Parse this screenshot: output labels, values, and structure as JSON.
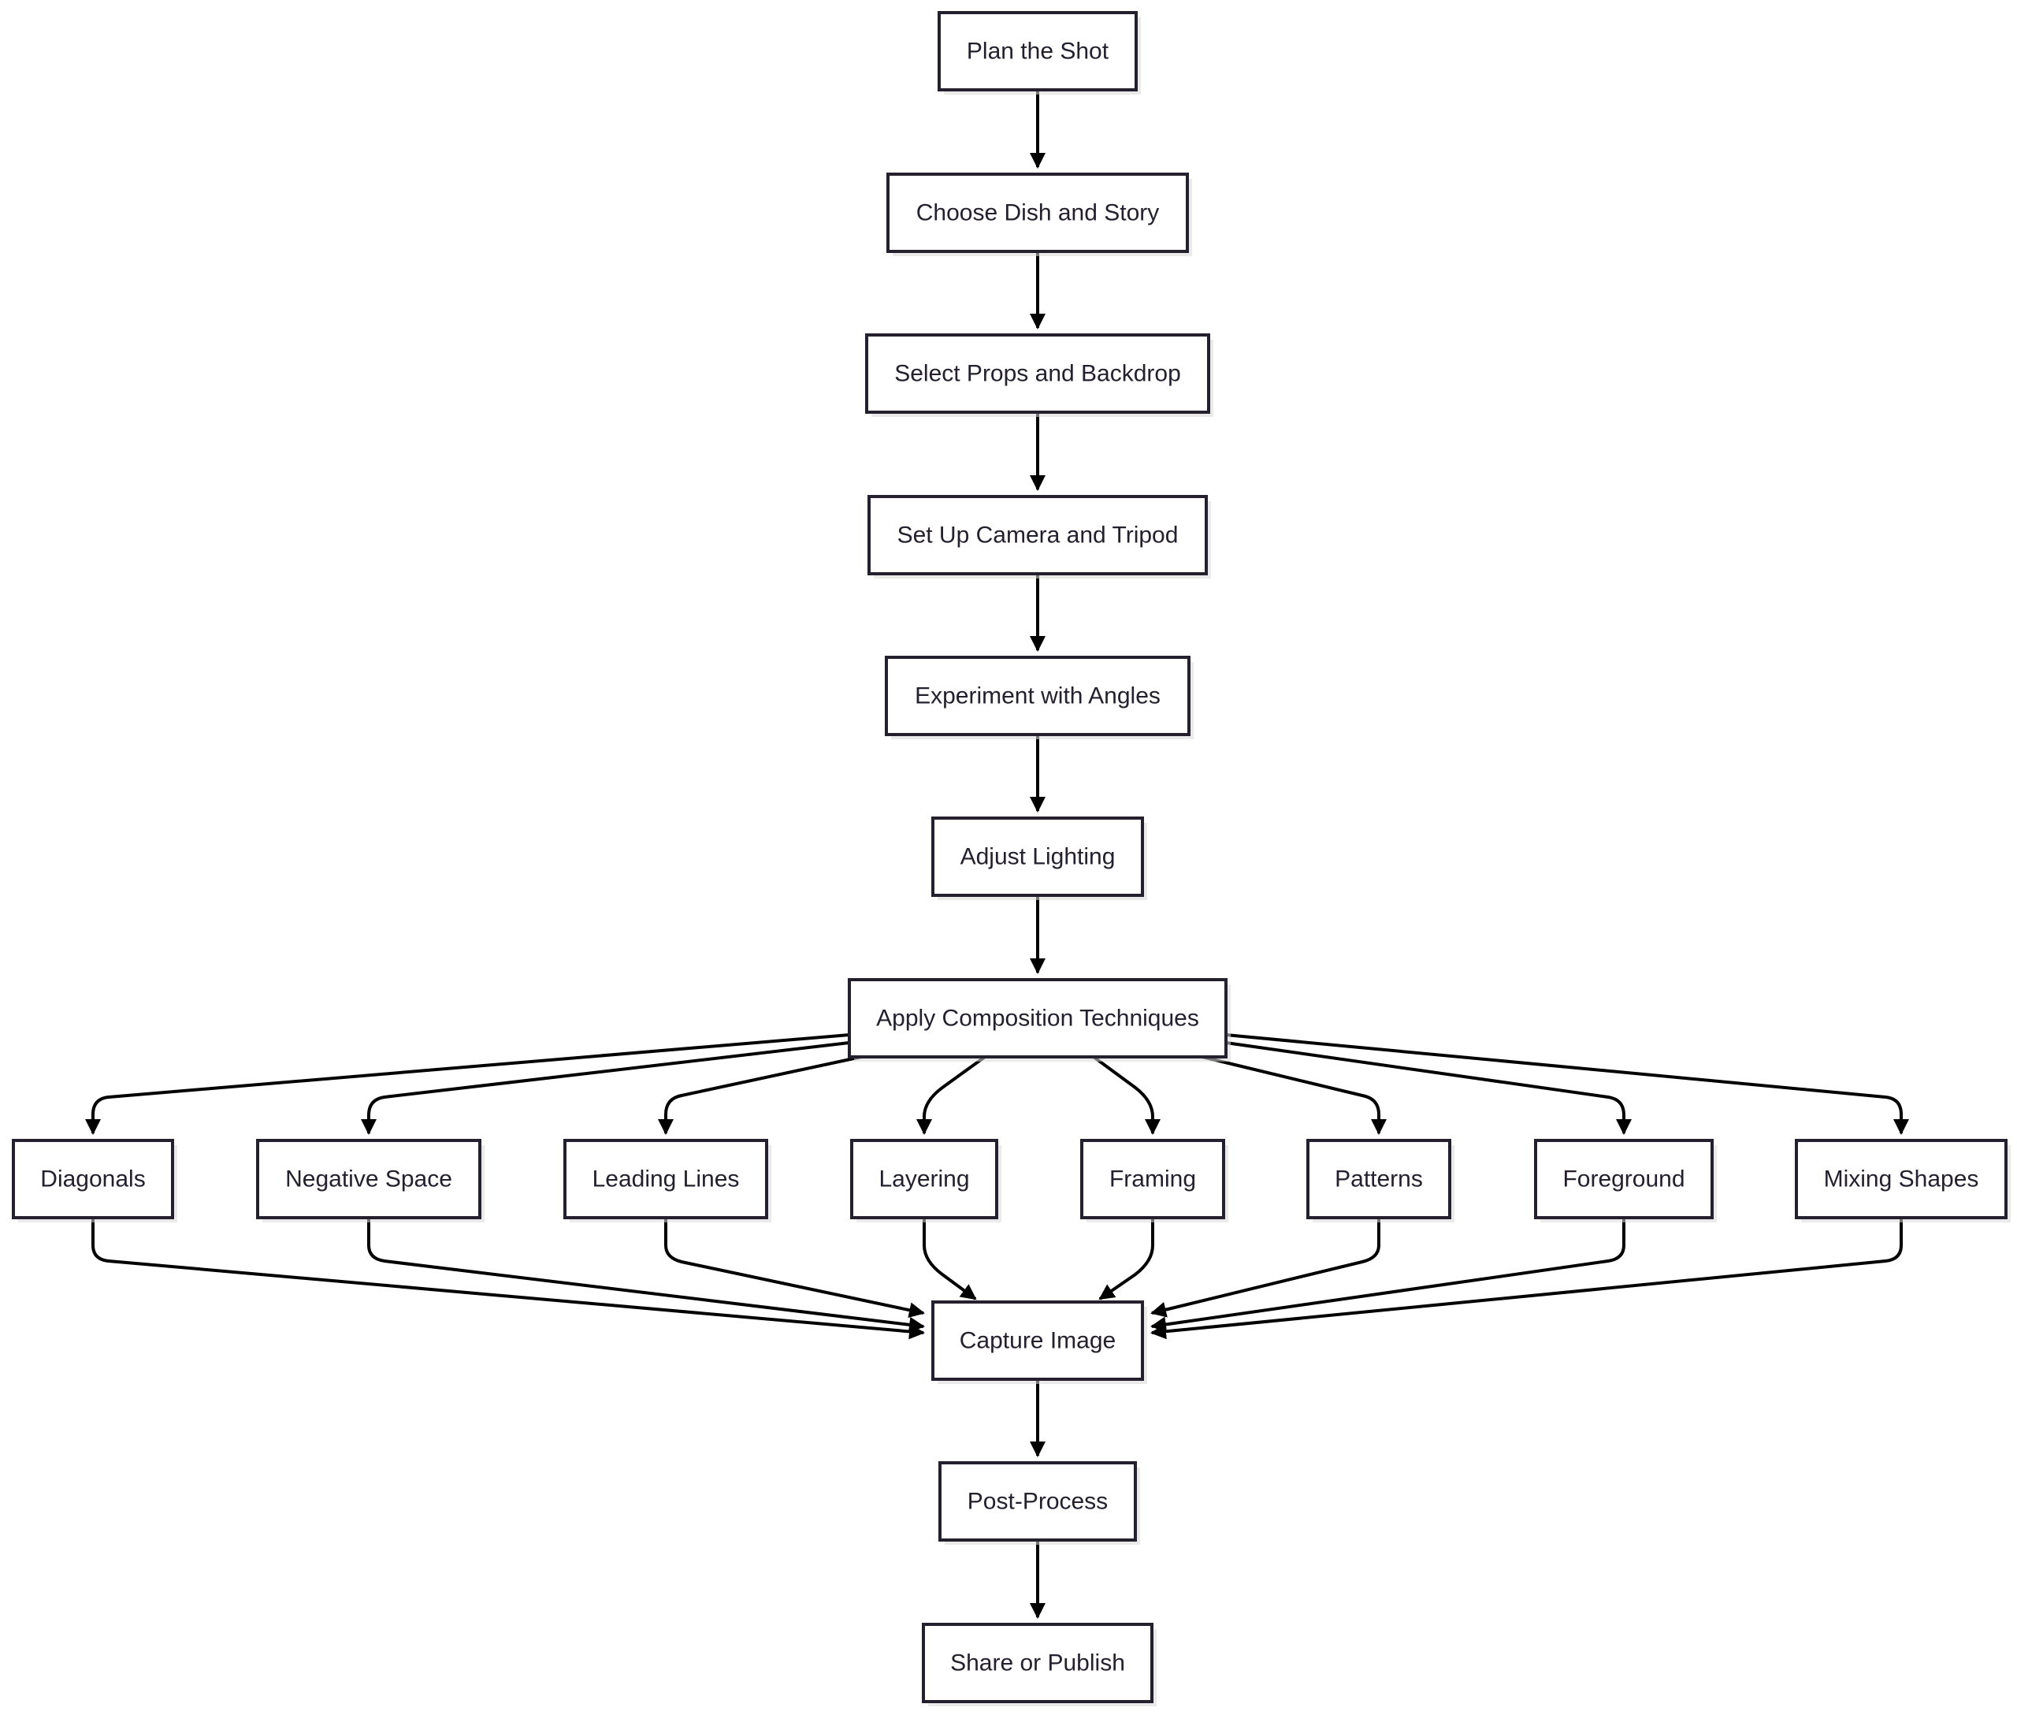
{
  "diagram": {
    "type": "flowchart",
    "direction": "top-down",
    "colors": {
      "node_fill": "#ffffff",
      "node_stroke": "#24202e",
      "text": "#24202e",
      "edge": "#000000"
    },
    "nodes": [
      {
        "id": "plan",
        "label": "Plan the Shot"
      },
      {
        "id": "dish",
        "label": "Choose Dish and Story"
      },
      {
        "id": "props",
        "label": "Select Props and Backdrop"
      },
      {
        "id": "camera",
        "label": "Set Up Camera and Tripod"
      },
      {
        "id": "angles",
        "label": "Experiment with Angles"
      },
      {
        "id": "lighting",
        "label": "Adjust Lighting"
      },
      {
        "id": "composition",
        "label": "Apply Composition Techniques"
      },
      {
        "id": "diagonals",
        "label": "Diagonals"
      },
      {
        "id": "negative",
        "label": "Negative Space"
      },
      {
        "id": "leading",
        "label": "Leading Lines"
      },
      {
        "id": "layering",
        "label": "Layering"
      },
      {
        "id": "framing",
        "label": "Framing"
      },
      {
        "id": "patterns",
        "label": "Patterns"
      },
      {
        "id": "foreground",
        "label": "Foreground"
      },
      {
        "id": "mixing",
        "label": "Mixing Shapes"
      },
      {
        "id": "capture",
        "label": "Capture Image"
      },
      {
        "id": "post",
        "label": "Post-Process"
      },
      {
        "id": "share",
        "label": "Share or Publish"
      }
    ],
    "edges": [
      {
        "from": "plan",
        "to": "dish"
      },
      {
        "from": "dish",
        "to": "props"
      },
      {
        "from": "props",
        "to": "camera"
      },
      {
        "from": "camera",
        "to": "angles"
      },
      {
        "from": "angles",
        "to": "lighting"
      },
      {
        "from": "lighting",
        "to": "composition"
      },
      {
        "from": "composition",
        "to": "diagonals"
      },
      {
        "from": "composition",
        "to": "negative"
      },
      {
        "from": "composition",
        "to": "leading"
      },
      {
        "from": "composition",
        "to": "layering"
      },
      {
        "from": "composition",
        "to": "framing"
      },
      {
        "from": "composition",
        "to": "patterns"
      },
      {
        "from": "composition",
        "to": "foreground"
      },
      {
        "from": "composition",
        "to": "mixing"
      },
      {
        "from": "diagonals",
        "to": "capture"
      },
      {
        "from": "negative",
        "to": "capture"
      },
      {
        "from": "leading",
        "to": "capture"
      },
      {
        "from": "layering",
        "to": "capture"
      },
      {
        "from": "framing",
        "to": "capture"
      },
      {
        "from": "patterns",
        "to": "capture"
      },
      {
        "from": "foreground",
        "to": "capture"
      },
      {
        "from": "mixing",
        "to": "capture"
      },
      {
        "from": "capture",
        "to": "post"
      },
      {
        "from": "post",
        "to": "share"
      }
    ]
  }
}
